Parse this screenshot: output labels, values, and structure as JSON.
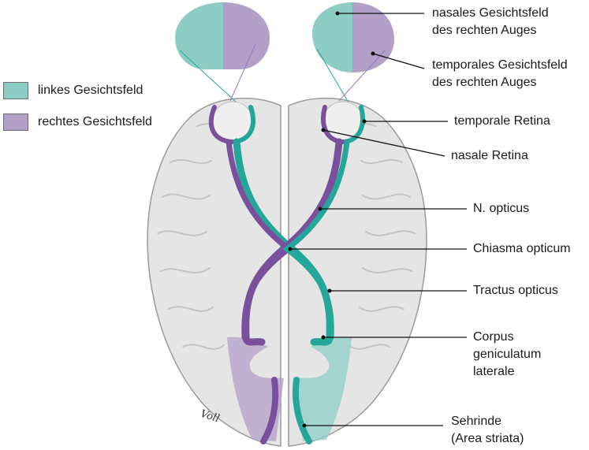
{
  "colors": {
    "left_field": "#8ecdc6",
    "right_field": "#b49fc9",
    "teal_path": "#24a69a",
    "purple_path": "#7a4f9c",
    "brain": "#e4e4e4",
    "leader": "#111111"
  },
  "legend": [
    {
      "label": "linkes Gesichtsfeld",
      "color": "#8ecdc6"
    },
    {
      "label": "rechtes Gesichtsfeld",
      "color": "#b49fc9"
    }
  ],
  "labels": {
    "nasal_field": [
      "nasales Gesichtsfeld",
      "des rechten Auges"
    ],
    "temporal_field": [
      "temporales Gesichtsfeld",
      "des rechten Auges"
    ],
    "temporal_retina": "temporale Retina",
    "nasal_retina": "nasale Retina",
    "optic_nerve": "N. opticus",
    "chiasm": "Chiasma opticum",
    "optic_tract": "Tractus opticus",
    "lgn": [
      "Corpus",
      "geniculatum",
      "laterale"
    ],
    "visual_cortex": [
      "Sehrinde",
      "(Area striata)"
    ]
  },
  "signature": "Voll"
}
